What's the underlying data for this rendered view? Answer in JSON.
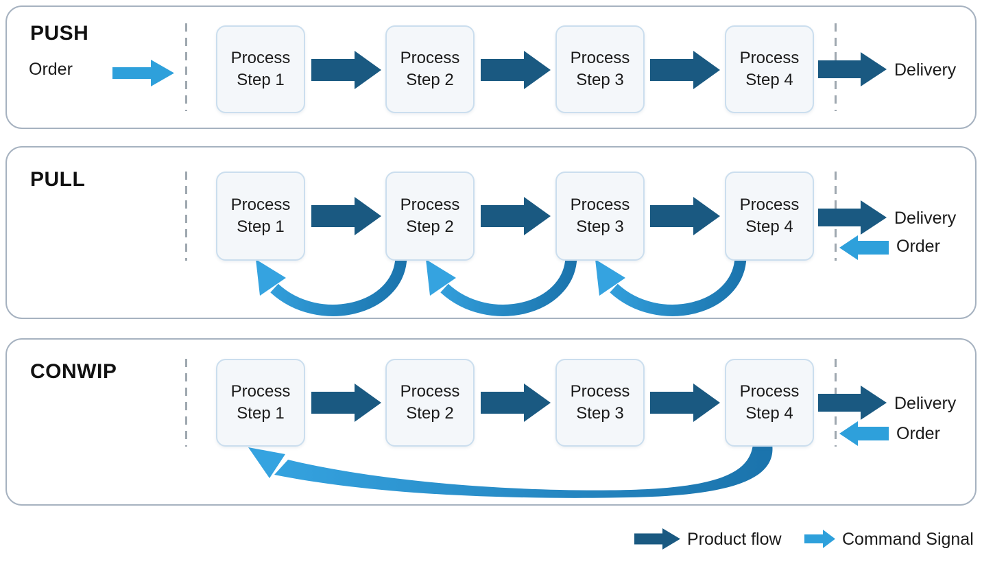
{
  "diagram": {
    "panels": [
      {
        "id": "push",
        "title": "PUSH",
        "order_label": "Order",
        "delivery_label": "Delivery",
        "steps": [
          "Process\nStep 1",
          "Process\nStep 2",
          "Process\nStep 3",
          "Process\nStep 4"
        ]
      },
      {
        "id": "pull",
        "title": "PULL",
        "order_label": "Order",
        "delivery_label": "Delivery",
        "steps": [
          "Process\nStep 1",
          "Process\nStep 2",
          "Process\nStep 3",
          "Process\nStep 4"
        ]
      },
      {
        "id": "conwip",
        "title": "CONWIP",
        "order_label": "Order",
        "delivery_label": "Delivery",
        "steps": [
          "Process\nStep 1",
          "Process\nStep 2",
          "Process\nStep 3",
          "Process\nStep 4"
        ]
      }
    ],
    "legend": {
      "product_flow_label": "Product flow",
      "command_signal_label": "Command Signal"
    },
    "colors": {
      "product_flow": "#1A5981",
      "command_signal": "#2EA0DB",
      "swoosh_tail": "#1B74AD",
      "swoosh_head": "#35A3E0",
      "box_fill": "#F4F7FA",
      "box_border": "#CBDEEE",
      "panel_border": "#A6B2C0",
      "dashed_line": "#9FA8B0",
      "text": "#1B1B1B"
    }
  }
}
